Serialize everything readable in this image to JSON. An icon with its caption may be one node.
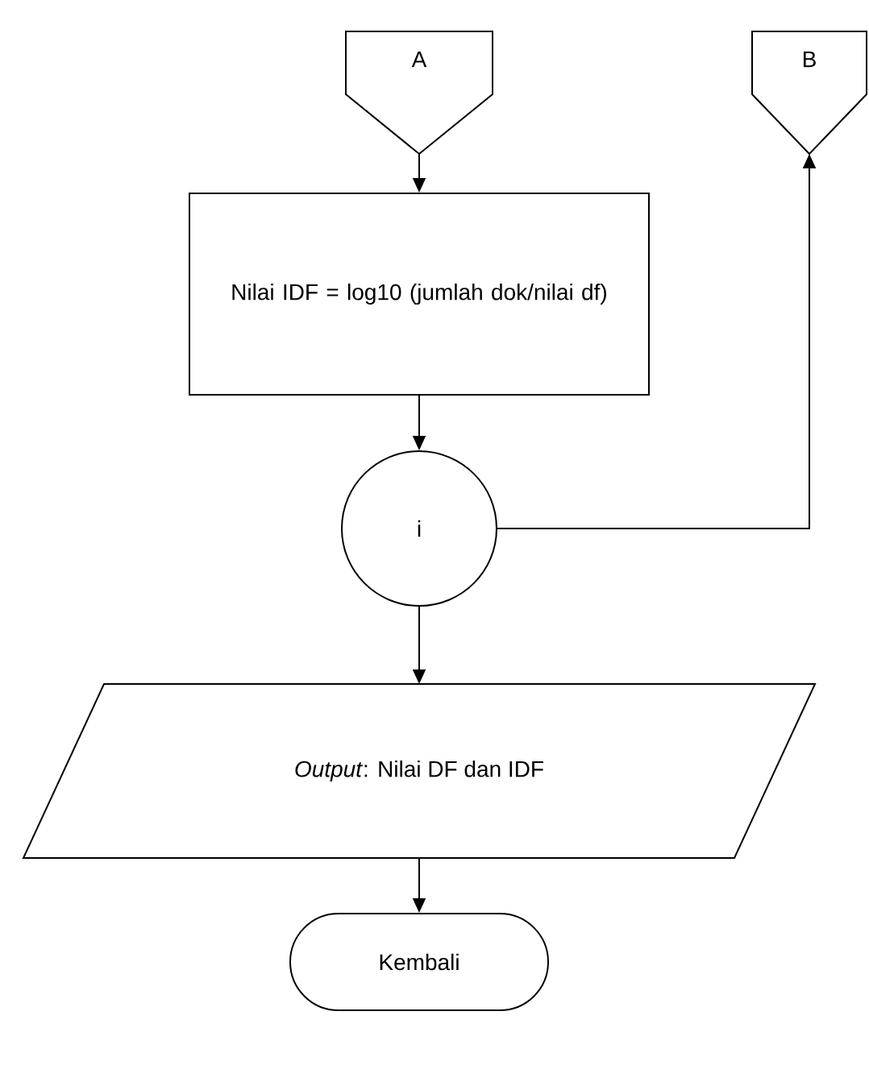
{
  "diagram": {
    "nodes": [
      {
        "text": [
          "A"
        ]
      },
      {
        "text": [
          "B"
        ]
      },
      {
        "text": [
          "Nilai IDF = log10 (jumlah dok/nilai df)"
        ]
      },
      {
        "text": [
          "i"
        ]
      },
      {
        "text": [
          "*Output*: Nilai DF dan IDF"
        ]
      },
      {
        "text": [
          "Kembali"
        ]
      }
    ],
    "edges": [
      {
        "from": 0,
        "to": 2,
        "arrow": "to"
      },
      {
        "from": 2,
        "to": 3,
        "arrow": "to"
      },
      {
        "from": 3,
        "to": 1,
        "arrow": "to"
      },
      {
        "from": 3,
        "to": 4,
        "arrow": "to"
      },
      {
        "from": 4,
        "to": 5,
        "arrow": "to"
      }
    ]
  }
}
